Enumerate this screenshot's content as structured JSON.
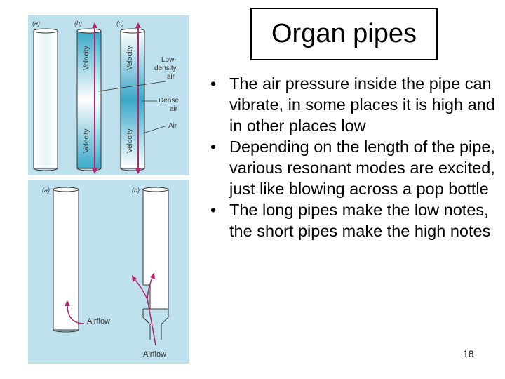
{
  "slide": {
    "title": "Organ pipes",
    "bullets": [
      "The air pressure inside the pipe can vibrate, in some places it is high and in other places low",
      "Depending on the length of the pipe, various resonant modes are excited, just like blowing across a pop bottle",
      "The long pipes make the low notes, the short pipes make the high notes"
    ],
    "page_number": "18"
  },
  "figure_top": {
    "panel_labels": [
      "(a)",
      "(b)",
      "(c)"
    ],
    "axis_label": "Velocity",
    "annotations": [
      "Low-",
      "density",
      "air",
      "Dense",
      "air",
      "Air"
    ],
    "colors": {
      "background": "#bfe1ee",
      "arrow": "#b0266e",
      "dense_air": "#3aa7c9"
    }
  },
  "figure_bottom": {
    "panel_labels": [
      "(a)",
      "(b)"
    ],
    "airflow_label": "Airflow",
    "colors": {
      "background": "#bfe1ee",
      "arrow": "#b0266e"
    }
  }
}
